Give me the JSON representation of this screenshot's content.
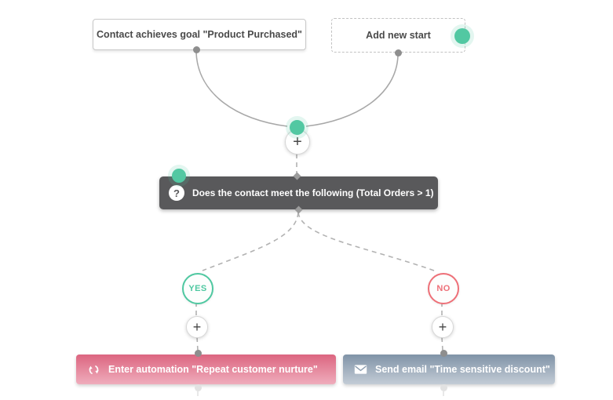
{
  "colors": {
    "teal_badge": "#52c8a2",
    "yes_green": "#4fc8a1",
    "no_red": "#ee7078",
    "condition_bg": "#59595b",
    "automation_gradient_top": "#dc6580",
    "automation_gradient_bottom": "#efadbc",
    "email_gradient_top": "#8093a7",
    "email_gradient_bottom": "#c3ccd6",
    "connector_gray": "#a8a8a8"
  },
  "icons": {
    "condition": "question-mark-icon",
    "enter_automation": "repeat-arrows-icon",
    "send_email": "envelope-icon",
    "add": "plus-icon"
  },
  "nodes": {
    "start_goal": {
      "label": "Contact achieves goal \"Product Purchased\""
    },
    "add_start": {
      "label": "Add new start"
    },
    "condition": {
      "label": "Does the contact meet the following (Total Orders > 1)",
      "icon_glyph": "?"
    },
    "branch_yes": {
      "label": "YES"
    },
    "branch_no": {
      "label": "NO"
    },
    "add_action_top": {
      "label": "+"
    },
    "add_action_yes": {
      "label": "+"
    },
    "add_action_no": {
      "label": "+"
    },
    "enter_automation": {
      "label": "Enter automation \"Repeat customer nurture\""
    },
    "send_email": {
      "label": "Send email \"Time sensitive discount\""
    }
  }
}
